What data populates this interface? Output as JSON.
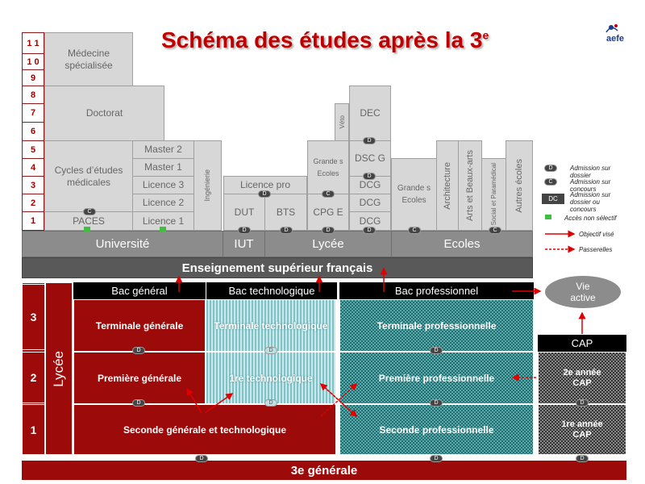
{
  "title": {
    "main": "Schéma des études après la 3",
    "sup": "e"
  },
  "logo": {
    "text": "aefe"
  },
  "years": [
    "1 1",
    "1 0",
    "9",
    "8",
    "7",
    "6",
    "5",
    "4",
    "3",
    "2",
    "1"
  ],
  "higher": {
    "medecine_spe": "Médecine spécialisée",
    "doctorat": "Doctorat",
    "cycles_medicaux": "Cycles d’études médicales",
    "paces": "PACES",
    "master2": "Master 2",
    "master1": "Master 1",
    "licence3": "Licence 3",
    "licence2": "Licence 2",
    "licence1": "Licence 1",
    "ingenierie": "Ingénierie",
    "licence_pro": "Licence pro",
    "dut": "DUT",
    "bts": "BTS",
    "grandes_ecoles_lycee": "Grande s Ecoles",
    "cpge": "CPG E",
    "veto": "Véto",
    "dec": "DEC",
    "dscg": "DSC G",
    "dcg": "DCG",
    "grandes_ecoles": "Grande s Ecoles",
    "architecture": "Architecture",
    "arts": "Arts et Beaux-arts",
    "social": "Social et Paramédical",
    "autres": "Autres écoles"
  },
  "bases": {
    "universite": "Université",
    "iut": "IUT",
    "lycee": "Lycée",
    "ecoles": "Ecoles"
  },
  "enseignement": "Enseignement supérieur français",
  "legend": {
    "d_label": "Admission sur dossier",
    "c_label": "Admission sur concours",
    "dc_label": "Admission sur dossier ou concours",
    "green_label": "Accès non sélectif",
    "objectif_label": "Objectif visé",
    "passerelles_label": "Passerelles"
  },
  "chips": {
    "d": "D",
    "c": "C",
    "dc": "DC"
  },
  "lycee": {
    "label": "Lycée",
    "rows": [
      "3",
      "2",
      "1"
    ],
    "bac_general": "Bac général",
    "bac_techno": "Bac technologique",
    "bac_pro": "Bac professionnel",
    "terminale_generale": "Terminale générale",
    "premiere_generale": "Première générale",
    "seconde_gt": "Seconde générale et technologique",
    "terminale_techno": "Terminale technologique",
    "premiere_techno": "1re technologique",
    "terminale_pro": "Terminale professionnelle",
    "premiere_pro": "Première professionnelle",
    "seconde_pro": "Seconde professionnelle",
    "vie_active": "Vie active",
    "cap": "CAP",
    "cap2": "2e année CAP",
    "cap1": "1re année CAP"
  },
  "troisieme": "3e générale",
  "colors": {
    "red": "#9d0a0a",
    "title": "#c00000",
    "grey": "#d7d7d7",
    "teal": "#7fc2c8"
  }
}
